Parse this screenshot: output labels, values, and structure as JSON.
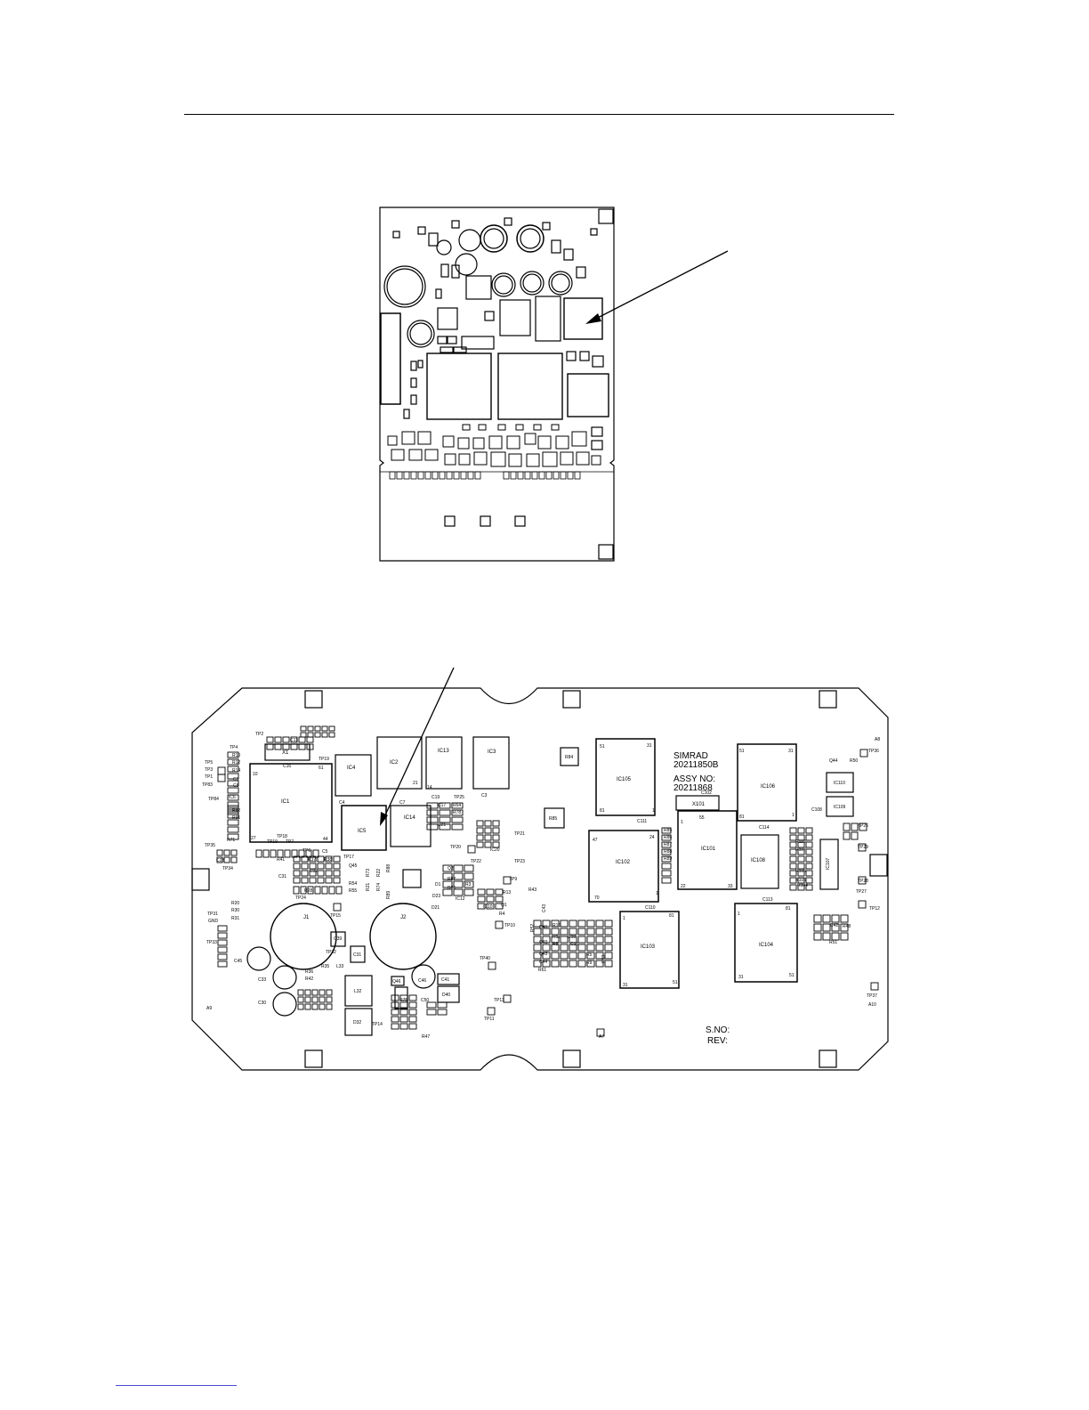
{
  "board_text": {
    "maker": "SIMRAD",
    "pcb_no": "20211850B",
    "assy_label": "ASSY NO:",
    "assy_no": "20211868",
    "serial_label": "S.NO:",
    "rev_label": "REV:"
  },
  "components": {
    "IC1": "IC1",
    "IC2": "IC2",
    "IC3": "IC3",
    "IC4": "IC4",
    "IC5": "IC5",
    "IC13": "IC13",
    "IC14": "IC14",
    "IC20": "IC20",
    "IC10": "IC10",
    "IC12": "IC12",
    "IC6": "IC6",
    "IC101": "IC101",
    "IC102": "IC102",
    "IC103": "IC103",
    "IC104": "IC104",
    "IC105": "IC105",
    "IC106": "IC106",
    "IC107": "IC107",
    "IC108": "IC108",
    "IC109": "IC109",
    "IC110": "IC110",
    "X1": "X1",
    "X101": "X101",
    "J1": "J1",
    "J2": "J2",
    "R84": "R84",
    "R85": "R85",
    "A7": "A7",
    "A8": "A8",
    "A9": "A9",
    "A10": "A10",
    "C45": "C45",
    "C33": "C33",
    "C30": "C30",
    "C46": "C46",
    "C41": "C41",
    "D40": "D40",
    "L32": "L32",
    "L33": "L33",
    "C39": "C39",
    "C31": "C31",
    "Q46": "Q46",
    "C50": "C50",
    "D32": "D32",
    "R75": "R75",
    "R47": "R47",
    "R48": "R48",
    "C42": "C42",
    "Q44": "Q44",
    "R50": "R50",
    "D23": "D23",
    "D21": "D21",
    "D1": "D1",
    "R43": "R43",
    "C7": "C7",
    "C4": "C4",
    "C3": "C3",
    "C19": "C19",
    "R64": "R64",
    "R78": "R78",
    "C21": "C21",
    "C17": "C17",
    "C11": "C11",
    "C12": "C12",
    "C6": "C6",
    "C8": "C8",
    "C9": "C9",
    "C23": "C23",
    "C22": "C22",
    "C16": "C16",
    "C111": "C111",
    "C110": "C110",
    "C114": "C114",
    "C113": "C113",
    "C112": "C112",
    "C108": "C108",
    "C102": "C102",
    "R16": "R16",
    "R17": "R17",
    "R8": "R8",
    "C18": "C18",
    "C15": "C15",
    "R5": "R5",
    "R9": "R9",
    "R3": "R3",
    "R4": "R4",
    "R86": "R86",
    "R87": "R87",
    "Q2": "Q2",
    "Q1": "Q1",
    "R13": "R13",
    "R88": "R88",
    "R89": "R89",
    "R22": "R22",
    "R73": "R73",
    "R74": "R74",
    "R21": "R21",
    "R54": "R54",
    "R55": "R55",
    "Q45": "Q45",
    "C32": "C32",
    "C31L": "C31",
    "R41": "R41",
    "R37": "R37",
    "R38": "R38",
    "R28": "R28",
    "C5": "C5",
    "R10": "R10",
    "R12": "R12",
    "R14": "R14",
    "R92": "R92",
    "R91": "R91",
    "R71": "R71",
    "R20": "R20",
    "R30": "R30",
    "R31": "R31",
    "R36": "R36",
    "R42": "R42",
    "R35": "R35",
    "R61": "R61",
    "R51": "R51",
    "R104": "R104",
    "R105": "R105",
    "R106": "R106",
    "R107": "R107",
    "R110": "R110",
    "R85b": "R85",
    "R86b": "R86",
    "R87b": "R87",
    "R88b": "R88",
    "R89b": "R89",
    "Q40": "Q40",
    "Q41": "Q41",
    "Q43": "Q43",
    "C44": "C44",
    "C43": "C43",
    "R52": "R52",
    "R63": "R63"
  },
  "test_points": {
    "TP1": "TP1",
    "TP2": "TP2",
    "TP3": "TP3",
    "TP4": "TP4",
    "TP5": "TP5",
    "TP6": "TP6",
    "TP7": "TP7",
    "TP9": "TP9",
    "TP10": "TP10",
    "TP11": "TP11",
    "TP12": "TP12",
    "TP13": "TP13",
    "TP14": "TP14",
    "TP15": "TP15",
    "TP16": "TP16",
    "TP17": "TP17",
    "TP18": "TP18",
    "TP19": "TP19",
    "TP20": "TP20",
    "TP21": "TP21",
    "TP22": "TP22",
    "TP23": "TP23",
    "TP24": "TP24",
    "TP25": "TP25",
    "TP26": "TP26",
    "TP27": "TP27",
    "TP28": "TP28",
    "TP29": "TP29",
    "TP31": "TP31",
    "TP32": "TP32",
    "TP33": "TP33",
    "TP34": "TP34",
    "TP35": "TP35",
    "TP36": "TP36",
    "TP37": "TP37",
    "TP40": "TP40",
    "TP83": "TP83",
    "TP84": "TP84",
    "GND": "GND"
  },
  "pins": {
    "p1": "1",
    "p10": "10",
    "p14": "14",
    "p21": "21",
    "p22": "22",
    "p24": "24",
    "p27": "27",
    "p31": "31",
    "p33": "33",
    "p44": "44",
    "p47": "47",
    "p51": "51",
    "p55": "55",
    "p61": "61",
    "p70": "70",
    "p81": "81"
  }
}
